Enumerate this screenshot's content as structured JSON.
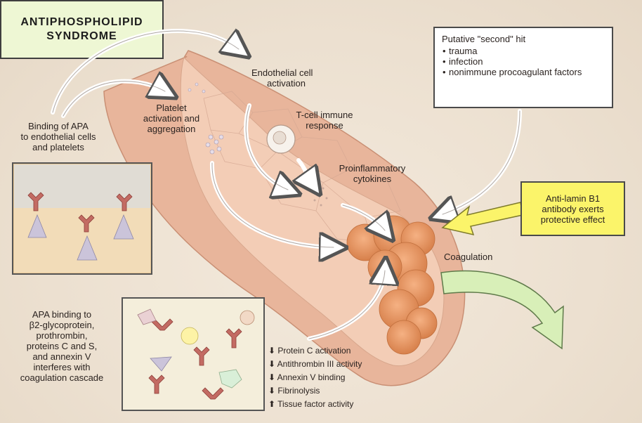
{
  "labels": {
    "binding_apa": [
      "Binding of APA",
      "to endothelial cells",
      "and platelets"
    ],
    "platelet": [
      "Platelet",
      "activation and",
      "aggregation"
    ],
    "endothelial": [
      "Endothelial cell",
      "activation"
    ],
    "tcell": [
      "T-cell immune",
      "response"
    ],
    "proinflammatory": [
      "Proinflammatory",
      "cytokines"
    ],
    "coagulation": "Coagulation",
    "apa_binding": [
      "APA binding to",
      "β2-glycoprotein,",
      "prothrombin,",
      "proteins C and S,",
      "and annexin V",
      "interferes with",
      "coagulation cascade"
    ]
  },
  "second_hit": {
    "title": "Putative \"second\" hit",
    "items": [
      "trauma",
      "infection",
      "nonimmune procoagulant factors"
    ]
  },
  "anti_lamin": [
    "Anti-lamin B1",
    "antibody exerts",
    "protective effect"
  ],
  "cascade": [
    {
      "dir": "down",
      "text": "Protein C activation"
    },
    {
      "dir": "down",
      "text": "Antithrombin III activity"
    },
    {
      "dir": "down",
      "text": "Annexin V binding"
    },
    {
      "dir": "down",
      "text": "Fibrinolysis"
    },
    {
      "dir": "up",
      "text": "Tissue factor activity"
    }
  ],
  "syndrome": [
    "ANTIPHOSPHOLIPID",
    "SYNDROME"
  ],
  "colors": {
    "vessel_outer": "#e8b59b",
    "vessel_inner": "#f3cdb6",
    "clot": "#e6935c",
    "yellow_box": "#fbf46a",
    "green_arrow": "#d8efb8",
    "syndrome_box": "#eef7d4"
  }
}
